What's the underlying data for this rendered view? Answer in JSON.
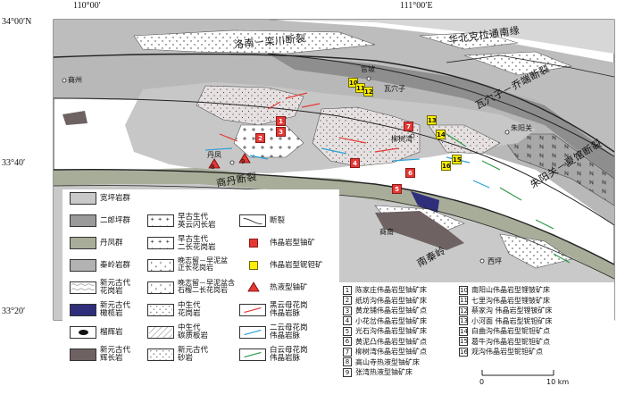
{
  "coords": {
    "top": [
      "110°00′",
      "111°00′E"
    ],
    "left": [
      "34°00′N",
      "33°40′",
      "33°20′"
    ]
  },
  "faults": {
    "luonan": "洛南－栾川断裂",
    "huabei": "华北克拉通南缘",
    "wayaoz": "瓦穴子－乔端断裂",
    "zhuyang": "朱阳关－夏馆断裂",
    "shangdan": "商丹断裂",
    "nanqinling": "南秦岭"
  },
  "places": {
    "shangzhou": "商州",
    "guanpo": "官坡",
    "wayaozi": "瓦穴子",
    "zhuyangguan": "朱阳关",
    "liuketwan": "柳树湾",
    "danfeng": "丹凤",
    "shangnan": "商南",
    "xiping": "西坪"
  },
  "legend": {
    "formations": [
      {
        "label": "宽坪岩群",
        "color": "#c9c9c9"
      },
      {
        "label": "二郎坪群",
        "color": "#9a9a9a"
      },
      {
        "label": "丹凤群",
        "color": "#a7ad99"
      },
      {
        "label": "秦岭岩群",
        "color": "#b2b2b2"
      },
      {
        "label": "新元古代\n花岗岩",
        "color": "#ffffff"
      },
      {
        "label": "新元古代\n橄榄岩",
        "color": "#2e2e7a"
      },
      {
        "label": "榴辉岩",
        "color": "#ffffff"
      },
      {
        "label": "新元古代\n辉长岩",
        "color": "#6f6262"
      }
    ],
    "rocks": [
      {
        "label": "早古生代\n英云闪长岩"
      },
      {
        "label": "早古生代\n二长花岗岩"
      },
      {
        "label": "晚志留－早泥盆\n正长花岗岩"
      },
      {
        "label": "晚志留－早泥盆含\n石榴二长花岗岩"
      },
      {
        "label": "中生代\n花岗岩"
      },
      {
        "label": "中生代\n碳质板岩"
      },
      {
        "label": "新元古代\n砂岩"
      }
    ],
    "symbols": [
      {
        "label": "断裂"
      },
      {
        "label": "伟晶岩型铀矿"
      },
      {
        "label": "伟晶岩型铌钽矿"
      },
      {
        "label": "热液型铀矿"
      },
      {
        "label": "黑云母花岗\n伟晶岩脉"
      },
      {
        "label": "二云母花岗\n伟晶岩脉"
      },
      {
        "label": "白云母花岗\n伟晶岩脉"
      }
    ],
    "colors": {
      "uranium": "#e53935",
      "niobium": "#ffee00",
      "black_mica": "#e53935",
      "two_mica": "#2aa0d8",
      "white_mica": "#2e9b4a"
    }
  },
  "deposits_left": [
    {
      "n": "1",
      "text": "陈家庄伟晶岩型铀矿床"
    },
    {
      "n": "2",
      "text": "纸坊沟伟晶岩型铀矿床"
    },
    {
      "n": "3",
      "text": "黄龙铺伟晶岩型铀矿点"
    },
    {
      "n": "4",
      "text": "小花岔伟晶岩型铀矿床"
    },
    {
      "n": "5",
      "text": "光石沟伟晶岩型铀矿床"
    },
    {
      "n": "6",
      "text": "黄泥凸伟晶岩型铀矿点"
    },
    {
      "n": "7",
      "text": "柳树湾伟晶岩型铀矿点"
    },
    {
      "n": "8",
      "text": "高山寺热液型铀矿床"
    },
    {
      "n": "9",
      "text": "张湾热液型铀矿床"
    }
  ],
  "deposits_right": [
    {
      "n": "10",
      "text": "南阳山伟晶岩型锂铍矿床"
    },
    {
      "n": "11",
      "text": "七里沟伟晶岩型锂铍矿床"
    },
    {
      "n": "12",
      "text": "蔡家沟 伟晶岩型锂铍矿床"
    },
    {
      "n": "13",
      "text": "小河面 伟晶岩型铌钽矿床"
    },
    {
      "n": "14",
      "text": "白曲沟伟晶岩型铌钽矿点"
    },
    {
      "n": "15",
      "text": "葛牛沟伟晶岩型铌钽矿点"
    },
    {
      "n": "16",
      "text": "观沟伟晶岩型铌钽矿点"
    }
  ],
  "markers": {
    "red": [
      "1",
      "2",
      "3",
      "4",
      "5",
      "6",
      "7"
    ],
    "yellow": [
      "10",
      "11",
      "12",
      "13",
      "14",
      "15",
      "16"
    ],
    "tri": [
      "8",
      "9"
    ]
  },
  "scale": {
    "start": "0",
    "end": "10 km"
  }
}
